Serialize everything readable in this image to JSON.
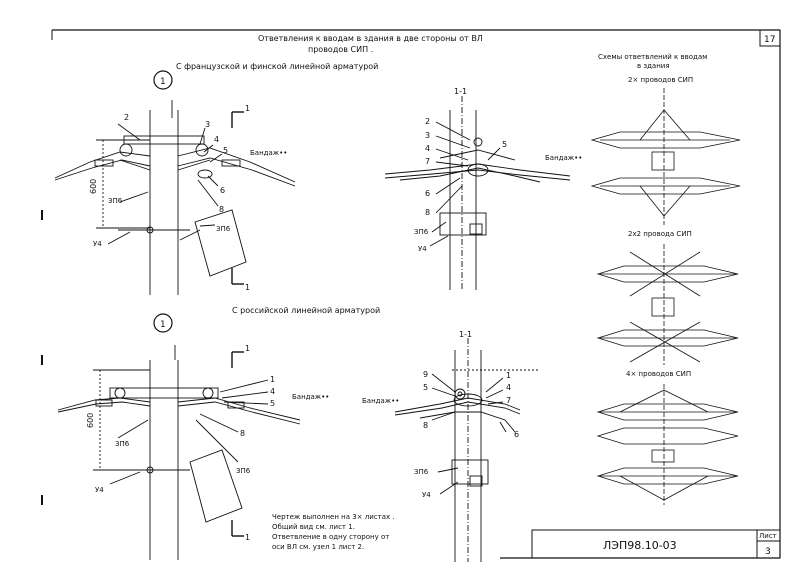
{
  "title": {
    "line1": "Ответвления к вводам в здания в две стороны от ВЛ",
    "line2": "проводов СИП ."
  },
  "sheet_number": "17",
  "sections": {
    "top": "С французской и финской линейной арматурой",
    "bottom": "С российской линейной арматурой"
  },
  "node_number": "1",
  "cut_label": "1",
  "cut_view_label": "1-1",
  "dimension_600": "600",
  "labels": {
    "bandage": "Бандаж••",
    "zp6": "ЗП6",
    "u4": "У4",
    "n2": "2",
    "n3": "3",
    "n4": "4",
    "n5": "5",
    "n6": "6",
    "n7": "7",
    "n8": "8",
    "n9": "9"
  },
  "schemes": {
    "title_line1": "Схемы ответвлений к вводам",
    "title_line2": "в здания",
    "s1": "2× проводов СИП",
    "s2": "2х2 провода СИП",
    "s3": "4× проводов СИП"
  },
  "note": {
    "line1": "Чертеж выполнен на 3× листах .",
    "line2": "Общий вид см. лист 1.",
    "line3": "Ответвление в одну сторону от",
    "line4": "оси ВЛ см. узел 1 лист 2."
  },
  "stamp": {
    "code": "ЛЭП98.10-03",
    "list_label": "Лист",
    "list_number": "3"
  }
}
